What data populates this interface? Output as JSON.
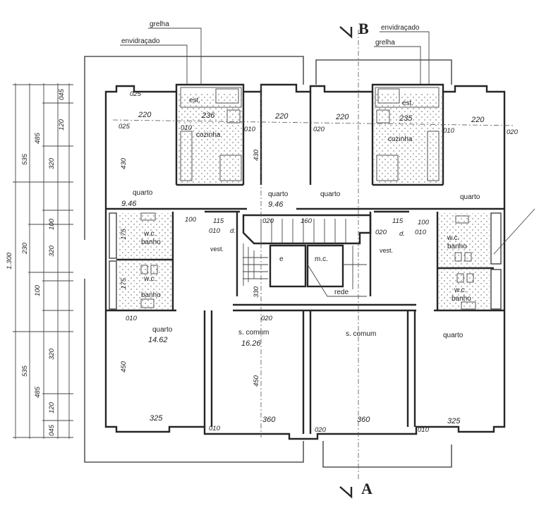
{
  "sections": {
    "top": "B",
    "bottom": "A"
  },
  "callouts": {
    "grelha_left": "grelha",
    "envidracado_left": "envidraçado",
    "envidracado_right": "envidraçado",
    "grelha_right": "grelha",
    "rede": "rede"
  },
  "rooms": {
    "quarto_nw": "quarto",
    "quarto_nw_area": "9.46",
    "quarto_nc": "quarto",
    "quarto_nc_area": "9.46",
    "quarto_nr": "quarto",
    "quarto_ne": "quarto",
    "cozinha_left": "cozinha",
    "cozinha_right": "cozinha",
    "est_left": "est.",
    "est_right": "est.",
    "wc_left_1": "w.c.",
    "banho_left_1": "banho",
    "wc_left_2": "w.c.",
    "banho_left_2": "banho",
    "wc_right_1": "w.c.",
    "banho_right_1": "banho",
    "wc_right_2": "w.c.",
    "banho_right_2": "banho",
    "vest_left": "vest.",
    "vest_right": "vest.",
    "elevator": "e",
    "machine": "m.c.",
    "quarto_sw": "quarto",
    "quarto_sw_area": "14.62",
    "scomum_left": "s. comum",
    "scomum_left_area": "16.26",
    "scomum_right": "s. comum",
    "quarto_se": "quarto"
  },
  "dimensions": {
    "d025_a": "025",
    "d025_b": "025",
    "d220_a": "220",
    "d236": "236",
    "d220_b": "220",
    "d220_c": "220",
    "d235": "235",
    "d220_d": "220",
    "d010_a": "010",
    "d010_b": "010",
    "d020_a": "020",
    "d010_c": "010",
    "d020_b": "020",
    "d430_a": "430",
    "d430_b": "430",
    "d100_a": "100",
    "d115_a": "115",
    "d010_d": "010",
    "d_d_a": "d.",
    "d020_c": "020",
    "d160": "160",
    "d115_b": "115",
    "d100_b": "100",
    "d020_d": "020",
    "d_d_b": "d.",
    "d010_e": "010",
    "d175_a": "175",
    "d175_b": "175",
    "d330": "330",
    "d010_f": "010",
    "d020_e": "020",
    "d450_a": "450",
    "d450_b": "450",
    "d325_a": "325",
    "d360_a": "360",
    "d360_b": "360",
    "d325_b": "325",
    "d010_g": "010",
    "d020_f": "020",
    "d010_h": "010"
  },
  "left_dims": {
    "total": "1.300",
    "c1": [
      "045",
      "120",
      "485",
      "535",
      "320",
      "100",
      "230",
      "320",
      "100",
      "320",
      "535",
      "485",
      "120",
      "045"
    ]
  }
}
